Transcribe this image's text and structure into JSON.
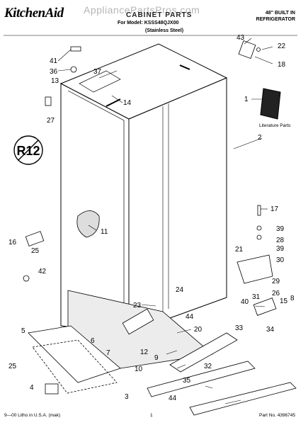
{
  "header": {
    "brand": "KitchenAid",
    "watermark": "AppliancePartsPros.com",
    "title": "CABINET PARTS",
    "model_line": "For Model: KSSS48QJX00",
    "finish_line": "(Stainless Steel)",
    "product_line1": "48\" BUILT IN",
    "product_line2": "REFRIGERATOR"
  },
  "literature_label": "Literature Parts",
  "footer": {
    "left": "9—00 Litho in U.S.A. (mak)",
    "page": "1",
    "part_no": "Part No. 4396745"
  },
  "callouts": {
    "c43": "43",
    "c22": "22",
    "c18": "18",
    "c41": "41",
    "c36": "36",
    "c37": "37",
    "c13": "13",
    "c14": "14",
    "c27": "27",
    "c1": "1",
    "c2": "2",
    "c17": "17",
    "c39a": "39",
    "c28": "28",
    "c39b": "39",
    "c21": "21",
    "c30": "30",
    "c16": "16",
    "c25a": "25",
    "c11": "11",
    "c42": "42",
    "c29": "29",
    "c24": "24",
    "c26": "26",
    "c31": "31",
    "c23": "23",
    "c40": "40",
    "c15": "15",
    "c8": "8",
    "c44a": "44",
    "c33": "33",
    "c34": "34",
    "c5": "5",
    "c6": "6",
    "c20": "20",
    "c7": "7",
    "c12": "12",
    "c9": "9",
    "c10": "10",
    "c25b": "25",
    "c32": "32",
    "c35": "35",
    "c44b": "44",
    "c4": "4",
    "c3": "3"
  },
  "badge": "R12"
}
